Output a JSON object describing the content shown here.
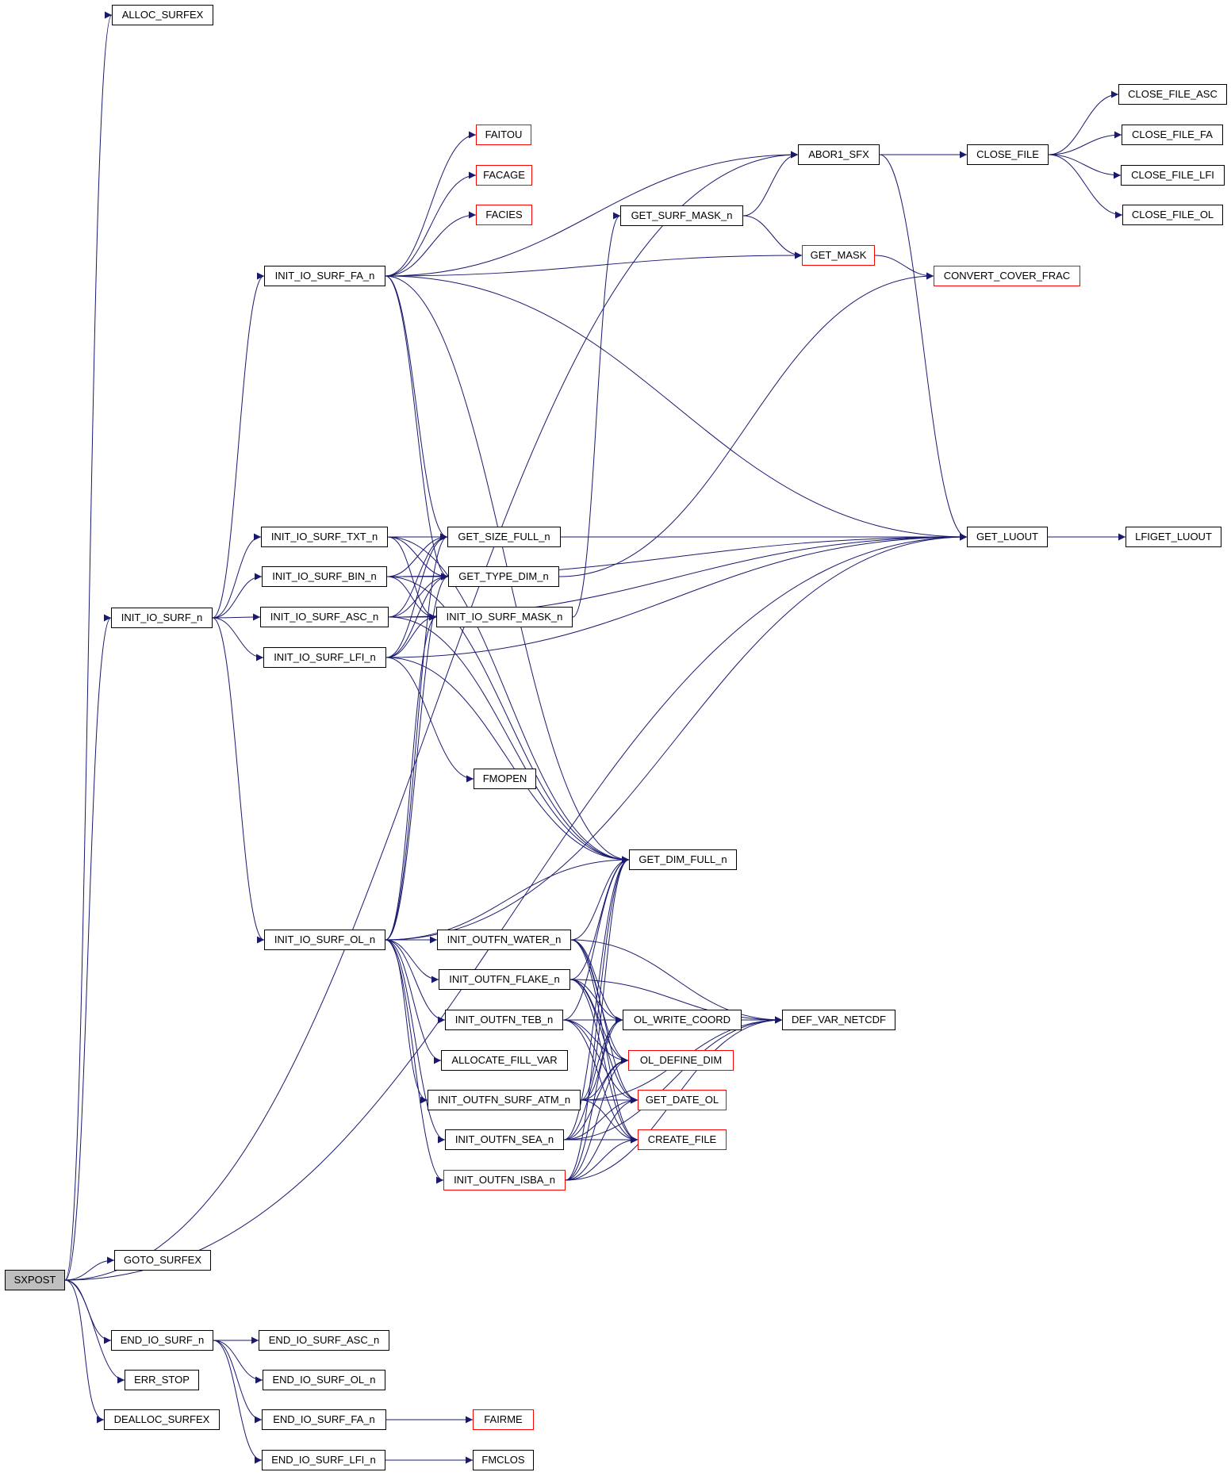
{
  "colors": {
    "edge": "#191970",
    "box_border": "#000000",
    "box_border_incomplete": "#ff0000",
    "root_fill": "#bfbfbf"
  },
  "nodes": {
    "sxpost": "SXPOST",
    "alloc_surfex": "ALLOC_SURFEX",
    "goto_surfex": "GOTO_SURFEX",
    "end_io_surf_n": "END_IO_SURF_n",
    "err_stop": "ERR_STOP",
    "dealloc_surfex": "DEALLOC_SURFEX",
    "end_io_surf_asc_n": "END_IO_SURF_ASC_n",
    "end_io_surf_ol_n": "END_IO_SURF_OL_n",
    "end_io_surf_fa_n": "END_IO_SURF_FA_n",
    "end_io_surf_lfi_n": "END_IO_SURF_LFI_n",
    "fairme": "FAIRME",
    "fmclos": "FMCLOS",
    "init_io_surf_n": "INIT_IO_SURF_n",
    "init_io_surf_fa_n": "INIT_IO_SURF_FA_n",
    "init_io_surf_txt_n": "INIT_IO_SURF_TXT_n",
    "init_io_surf_bin_n": "INIT_IO_SURF_BIN_n",
    "init_io_surf_asc_n": "INIT_IO_SURF_ASC_n",
    "init_io_surf_lfi_n": "INIT_IO_SURF_LFI_n",
    "init_io_surf_ol_n": "INIT_IO_SURF_OL_n",
    "faitou": "FAITOU",
    "facage": "FACAGE",
    "facies": "FACIES",
    "get_size_full_n": "GET_SIZE_FULL_n",
    "get_type_dim_n": "GET_TYPE_DIM_n",
    "init_io_surf_mask_n": "INIT_IO_SURF_MASK_n",
    "fmopen": "FMOPEN",
    "get_dim_full_n": "GET_DIM_FULL_n",
    "get_surf_mask_n": "GET_SURF_MASK_n",
    "get_mask": "GET_MASK",
    "abor1_sfx": "ABOR1_SFX",
    "close_file": "CLOSE_FILE",
    "close_file_asc": "CLOSE_FILE_ASC",
    "close_file_fa": "CLOSE_FILE_FA",
    "close_file_lfi": "CLOSE_FILE_LFI",
    "close_file_ol": "CLOSE_FILE_OL",
    "convert_cover_frac": "CONVERT_COVER_FRAC",
    "get_luout": "GET_LUOUT",
    "lfiget_luout": "LFIGET_LUOUT",
    "init_outfn_water_n": "INIT_OUTFN_WATER_n",
    "init_outfn_flake_n": "INIT_OUTFN_FLAKE_n",
    "init_outfn_teb_n": "INIT_OUTFN_TEB_n",
    "allocate_fill_var": "ALLOCATE_FILL_VAR",
    "init_outfn_surf_atm_n": "INIT_OUTFN_SURF_ATM_n",
    "init_outfn_sea_n": "INIT_OUTFN_SEA_n",
    "init_outfn_isba_n": "INIT_OUTFN_ISBA_n",
    "ol_write_coord": "OL_WRITE_COORD",
    "ol_define_dim": "OL_DEFINE_DIM",
    "get_date_ol": "GET_DATE_OL",
    "create_file": "CREATE_FILE",
    "def_var_netcdf": "DEF_VAR_NETCDF"
  },
  "incomplete_nodes": [
    "faitou",
    "facage",
    "facies",
    "get_mask",
    "convert_cover_frac",
    "fairme",
    "ol_define_dim",
    "get_date_ol",
    "create_file",
    "init_outfn_isba_n"
  ],
  "edges": [
    [
      "sxpost",
      "alloc_surfex"
    ],
    [
      "sxpost",
      "abor1_sfx"
    ],
    [
      "sxpost",
      "init_io_surf_n"
    ],
    [
      "sxpost",
      "goto_surfex"
    ],
    [
      "sxpost",
      "get_luout"
    ],
    [
      "sxpost",
      "end_io_surf_n"
    ],
    [
      "sxpost",
      "err_stop"
    ],
    [
      "sxpost",
      "dealloc_surfex"
    ],
    [
      "end_io_surf_n",
      "end_io_surf_asc_n"
    ],
    [
      "end_io_surf_n",
      "end_io_surf_ol_n"
    ],
    [
      "end_io_surf_n",
      "end_io_surf_fa_n"
    ],
    [
      "end_io_surf_n",
      "end_io_surf_lfi_n"
    ],
    [
      "end_io_surf_fa_n",
      "fairme"
    ],
    [
      "end_io_surf_lfi_n",
      "fmclos"
    ],
    [
      "init_io_surf_n",
      "init_io_surf_fa_n"
    ],
    [
      "init_io_surf_n",
      "init_io_surf_txt_n"
    ],
    [
      "init_io_surf_n",
      "init_io_surf_bin_n"
    ],
    [
      "init_io_surf_n",
      "init_io_surf_asc_n"
    ],
    [
      "init_io_surf_n",
      "init_io_surf_lfi_n"
    ],
    [
      "init_io_surf_n",
      "init_io_surf_ol_n"
    ],
    [
      "init_io_surf_fa_n",
      "faitou"
    ],
    [
      "init_io_surf_fa_n",
      "facage"
    ],
    [
      "init_io_surf_fa_n",
      "facies"
    ],
    [
      "init_io_surf_fa_n",
      "abor1_sfx"
    ],
    [
      "init_io_surf_fa_n",
      "get_mask"
    ],
    [
      "init_io_surf_fa_n",
      "get_luout"
    ],
    [
      "init_io_surf_fa_n",
      "get_size_full_n"
    ],
    [
      "init_io_surf_fa_n",
      "get_dim_full_n"
    ],
    [
      "init_io_surf_fa_n",
      "get_type_dim_n"
    ],
    [
      "init_io_surf_txt_n",
      "get_luout"
    ],
    [
      "init_io_surf_txt_n",
      "get_size_full_n"
    ],
    [
      "init_io_surf_txt_n",
      "get_type_dim_n"
    ],
    [
      "init_io_surf_txt_n",
      "init_io_surf_mask_n"
    ],
    [
      "init_io_surf_txt_n",
      "get_dim_full_n"
    ],
    [
      "init_io_surf_bin_n",
      "get_luout"
    ],
    [
      "init_io_surf_bin_n",
      "get_size_full_n"
    ],
    [
      "init_io_surf_bin_n",
      "get_type_dim_n"
    ],
    [
      "init_io_surf_bin_n",
      "init_io_surf_mask_n"
    ],
    [
      "init_io_surf_bin_n",
      "get_dim_full_n"
    ],
    [
      "init_io_surf_asc_n",
      "get_luout"
    ],
    [
      "init_io_surf_asc_n",
      "get_size_full_n"
    ],
    [
      "init_io_surf_asc_n",
      "get_type_dim_n"
    ],
    [
      "init_io_surf_asc_n",
      "init_io_surf_mask_n"
    ],
    [
      "init_io_surf_asc_n",
      "get_dim_full_n"
    ],
    [
      "init_io_surf_lfi_n",
      "get_luout"
    ],
    [
      "init_io_surf_lfi_n",
      "get_size_full_n"
    ],
    [
      "init_io_surf_lfi_n",
      "get_type_dim_n"
    ],
    [
      "init_io_surf_lfi_n",
      "init_io_surf_mask_n"
    ],
    [
      "init_io_surf_lfi_n",
      "fmopen"
    ],
    [
      "init_io_surf_lfi_n",
      "get_dim_full_n"
    ],
    [
      "init_io_surf_ol_n",
      "get_luout"
    ],
    [
      "init_io_surf_ol_n",
      "get_size_full_n"
    ],
    [
      "init_io_surf_ol_n",
      "get_type_dim_n"
    ],
    [
      "init_io_surf_ol_n",
      "init_io_surf_mask_n"
    ],
    [
      "init_io_surf_ol_n",
      "get_dim_full_n"
    ],
    [
      "init_io_surf_ol_n",
      "init_outfn_water_n"
    ],
    [
      "init_io_surf_ol_n",
      "init_outfn_flake_n"
    ],
    [
      "init_io_surf_ol_n",
      "init_outfn_teb_n"
    ],
    [
      "init_io_surf_ol_n",
      "allocate_fill_var"
    ],
    [
      "init_io_surf_ol_n",
      "init_outfn_surf_atm_n"
    ],
    [
      "init_io_surf_ol_n",
      "init_outfn_sea_n"
    ],
    [
      "init_io_surf_ol_n",
      "init_outfn_isba_n"
    ],
    [
      "get_type_dim_n",
      "convert_cover_frac"
    ],
    [
      "init_io_surf_mask_n",
      "get_surf_mask_n"
    ],
    [
      "get_surf_mask_n",
      "abor1_sfx"
    ],
    [
      "get_surf_mask_n",
      "get_mask"
    ],
    [
      "get_mask",
      "convert_cover_frac"
    ],
    [
      "abor1_sfx",
      "close_file"
    ],
    [
      "abor1_sfx",
      "get_luout"
    ],
    [
      "close_file",
      "close_file_asc"
    ],
    [
      "close_file",
      "close_file_fa"
    ],
    [
      "close_file",
      "close_file_lfi"
    ],
    [
      "close_file",
      "close_file_ol"
    ],
    [
      "get_luout",
      "lfiget_luout"
    ],
    [
      "init_outfn_water_n",
      "get_dim_full_n"
    ],
    [
      "init_outfn_water_n",
      "ol_write_coord"
    ],
    [
      "init_outfn_water_n",
      "ol_define_dim"
    ],
    [
      "init_outfn_water_n",
      "get_date_ol"
    ],
    [
      "init_outfn_water_n",
      "create_file"
    ],
    [
      "init_outfn_water_n",
      "def_var_netcdf"
    ],
    [
      "init_outfn_flake_n",
      "get_dim_full_n"
    ],
    [
      "init_outfn_flake_n",
      "ol_write_coord"
    ],
    [
      "init_outfn_flake_n",
      "ol_define_dim"
    ],
    [
      "init_outfn_flake_n",
      "get_date_ol"
    ],
    [
      "init_outfn_flake_n",
      "create_file"
    ],
    [
      "init_outfn_flake_n",
      "def_var_netcdf"
    ],
    [
      "init_outfn_teb_n",
      "get_dim_full_n"
    ],
    [
      "init_outfn_teb_n",
      "ol_write_coord"
    ],
    [
      "init_outfn_teb_n",
      "ol_define_dim"
    ],
    [
      "init_outfn_teb_n",
      "get_date_ol"
    ],
    [
      "init_outfn_teb_n",
      "create_file"
    ],
    [
      "init_outfn_teb_n",
      "def_var_netcdf"
    ],
    [
      "init_outfn_surf_atm_n",
      "get_dim_full_n"
    ],
    [
      "init_outfn_surf_atm_n",
      "ol_write_coord"
    ],
    [
      "init_outfn_surf_atm_n",
      "ol_define_dim"
    ],
    [
      "init_outfn_surf_atm_n",
      "get_date_ol"
    ],
    [
      "init_outfn_surf_atm_n",
      "create_file"
    ],
    [
      "init_outfn_surf_atm_n",
      "def_var_netcdf"
    ],
    [
      "init_outfn_sea_n",
      "get_dim_full_n"
    ],
    [
      "init_outfn_sea_n",
      "ol_write_coord"
    ],
    [
      "init_outfn_sea_n",
      "ol_define_dim"
    ],
    [
      "init_outfn_sea_n",
      "get_date_ol"
    ],
    [
      "init_outfn_sea_n",
      "create_file"
    ],
    [
      "init_outfn_sea_n",
      "def_var_netcdf"
    ],
    [
      "init_outfn_isba_n",
      "get_dim_full_n"
    ],
    [
      "init_outfn_isba_n",
      "ol_write_coord"
    ],
    [
      "init_outfn_isba_n",
      "ol_define_dim"
    ],
    [
      "init_outfn_isba_n",
      "get_date_ol"
    ],
    [
      "init_outfn_isba_n",
      "create_file"
    ],
    [
      "init_outfn_isba_n",
      "def_var_netcdf"
    ],
    [
      "ol_write_coord",
      "def_var_netcdf"
    ]
  ]
}
